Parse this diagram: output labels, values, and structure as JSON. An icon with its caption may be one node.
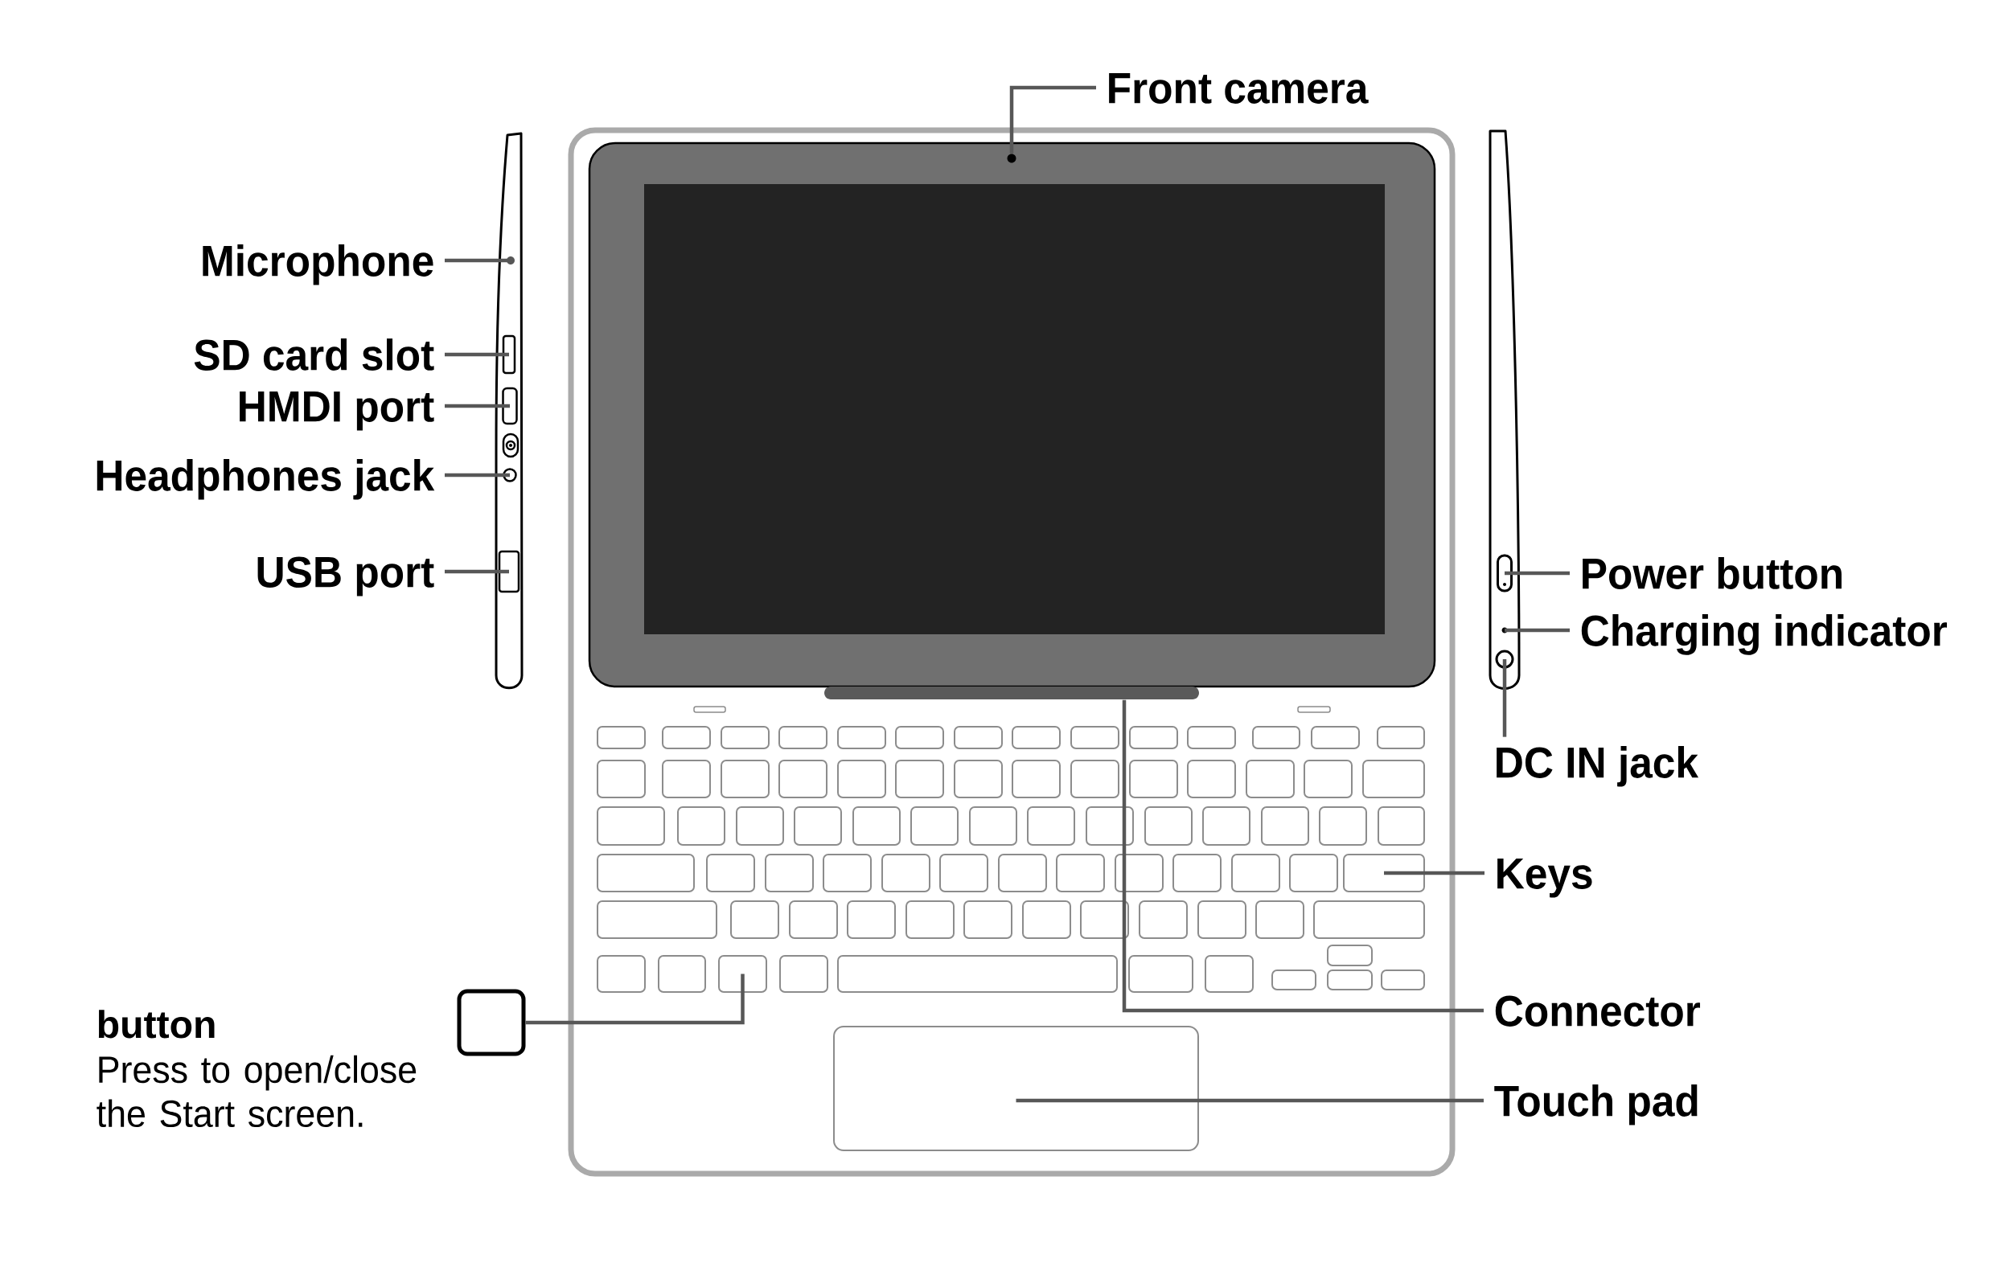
{
  "diagram": {
    "nodes": [
      {
        "text": [
          "Front camera"
        ]
      },
      {
        "text": [],
        "shape": "circle"
      },
      {
        "text": [
          "Microphone"
        ]
      },
      {
        "text": [],
        "shape": "circle"
      },
      {
        "text": [
          "SD card slot"
        ]
      },
      {
        "text": [],
        "shape": "box"
      },
      {
        "text": [
          "HMDI port"
        ]
      },
      {
        "text": [],
        "shape": "box"
      },
      {
        "text": [
          "Headphones jack"
        ]
      },
      {
        "text": [],
        "shape": "circle"
      },
      {
        "text": [
          "USB port"
        ]
      },
      {
        "text": [],
        "shape": "box"
      },
      {
        "text": [
          "Power button"
        ]
      },
      {
        "text": [],
        "shape": "box"
      },
      {
        "text": [
          "Charging indicator"
        ]
      },
      {
        "text": [],
        "shape": "circle"
      },
      {
        "text": [
          "DC IN jack"
        ]
      },
      {
        "text": [],
        "shape": "circle"
      },
      {
        "text": [
          "Keys"
        ]
      },
      {
        "text": [],
        "shape": "box"
      },
      {
        "text": [
          "Connector"
        ]
      },
      {
        "text": [],
        "shape": "bar"
      },
      {
        "text": [],
        "shape": "box",
        "beside": [
          "button",
          "Press to open/close the Start screen."
        ]
      },
      {
        "text": [],
        "shape": "box"
      },
      {
        "text": [
          "Touch pad"
        ]
      },
      {
        "text": [],
        "shape": "box"
      }
    ],
    "edges": [
      {
        "from": 0,
        "to": 1,
        "arrow": "none"
      },
      {
        "from": 2,
        "to": 3,
        "arrow": "none"
      },
      {
        "from": 4,
        "to": 5,
        "arrow": "none"
      },
      {
        "from": 6,
        "to": 7,
        "arrow": "none"
      },
      {
        "from": 8,
        "to": 9,
        "arrow": "none"
      },
      {
        "from": 10,
        "to": 11,
        "arrow": "none"
      },
      {
        "from": 12,
        "to": 13,
        "arrow": "none"
      },
      {
        "from": 14,
        "to": 15,
        "arrow": "none"
      },
      {
        "from": 16,
        "to": 17,
        "arrow": "none"
      },
      {
        "from": 18,
        "to": 19,
        "arrow": "none"
      },
      {
        "from": 20,
        "to": 21,
        "arrow": "none"
      },
      {
        "from": 22,
        "to": 23,
        "arrow": "none"
      },
      {
        "from": 24,
        "to": 25,
        "arrow": "none"
      }
    ]
  }
}
